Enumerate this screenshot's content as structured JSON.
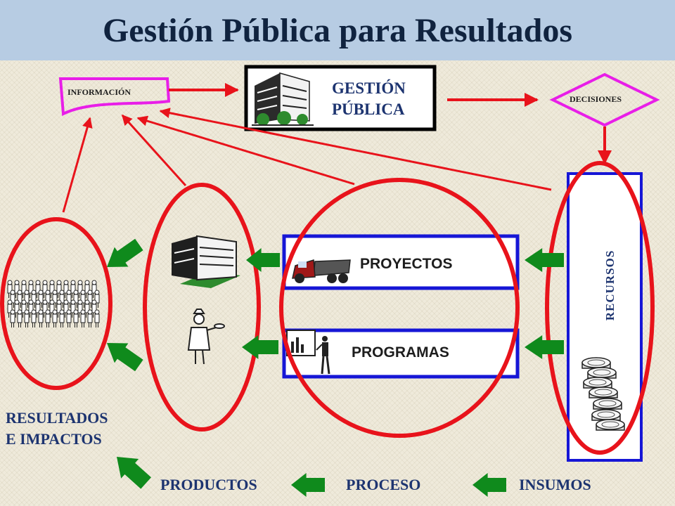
{
  "title": "Gestión Pública para Resultados",
  "nodes": {
    "informacion": "INFORMACIÓN",
    "gestion_line1": "GESTIÓN",
    "gestion_line2": "PÚBLICA",
    "decisiones": "DECISIONES",
    "proyectos": "PROYECTOS",
    "programas": "PROGRAMAS",
    "recursos": "RECURSOS"
  },
  "stages": {
    "resultados_line1": "RESULTADOS",
    "resultados_line2": "E IMPACTOS",
    "productos": "PRODUCTOS",
    "proceso": "PROCESO",
    "insumos": "INSUMOS"
  },
  "colors": {
    "title_bar": "#b7cce3",
    "title_text": "#10233f",
    "flow_red": "#e8131b",
    "arrow_green": "#0f8a1c",
    "box_blue": "#1616d6",
    "decision_magenta": "#e81ee8",
    "label_navy": "#1d3470"
  },
  "icons": [
    "office-building-icon",
    "truck-icon",
    "presenter-chart-icon",
    "coin-stack-icon",
    "crowd-icon",
    "nurse-icon"
  ]
}
